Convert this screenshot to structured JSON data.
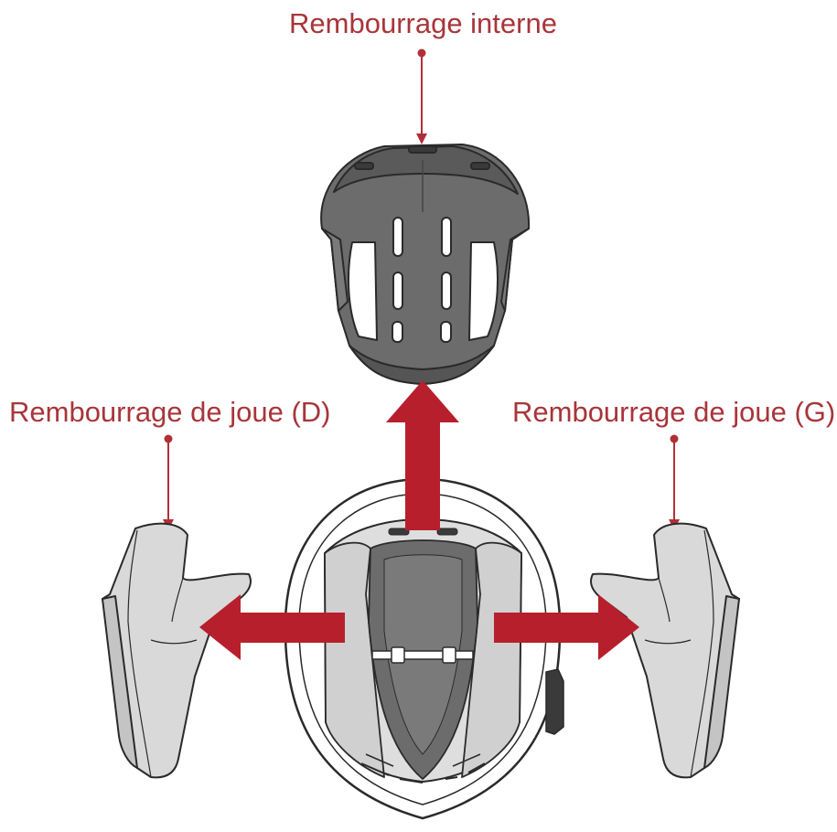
{
  "labels": {
    "top": "Rembourrage interne",
    "cheek_right": "Rembourrage de joue (D)",
    "cheek_left": "Rembourrage de joue (G)"
  },
  "colors": {
    "label_text": "#a8353a",
    "callout_line": "#b22f38",
    "arrow_fill": "#b81f2c",
    "pad_fill": "#6c6c6c",
    "pad_light": "#d8d8d8",
    "pad_dark": "#4a4a4a",
    "outline": "#2a2a2a",
    "shell": "#ffffff"
  }
}
